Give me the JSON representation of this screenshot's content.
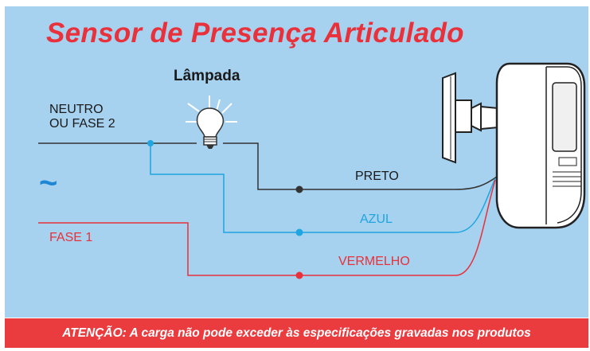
{
  "title": "Sensor de Presença Articulado",
  "lamp": {
    "label": "Lâmpada"
  },
  "neutral": {
    "line1": "NEUTRO",
    "line2": "OU FASE 2"
  },
  "symbol": "~",
  "phase1": "FASE 1",
  "wires": [
    {
      "label": "PRETO",
      "color": "#333333"
    },
    {
      "label": "AZUL",
      "color": "#1fa5e0"
    },
    {
      "label": "VERMELHO",
      "color": "#e8313a"
    }
  ],
  "warning": "ATENÇÃO: A carga não pode exceder às especificações gravadas nos produtos",
  "colors": {
    "background": "#a6d1ef",
    "accent": "#e8313a",
    "banner": "#ea3b3f"
  }
}
